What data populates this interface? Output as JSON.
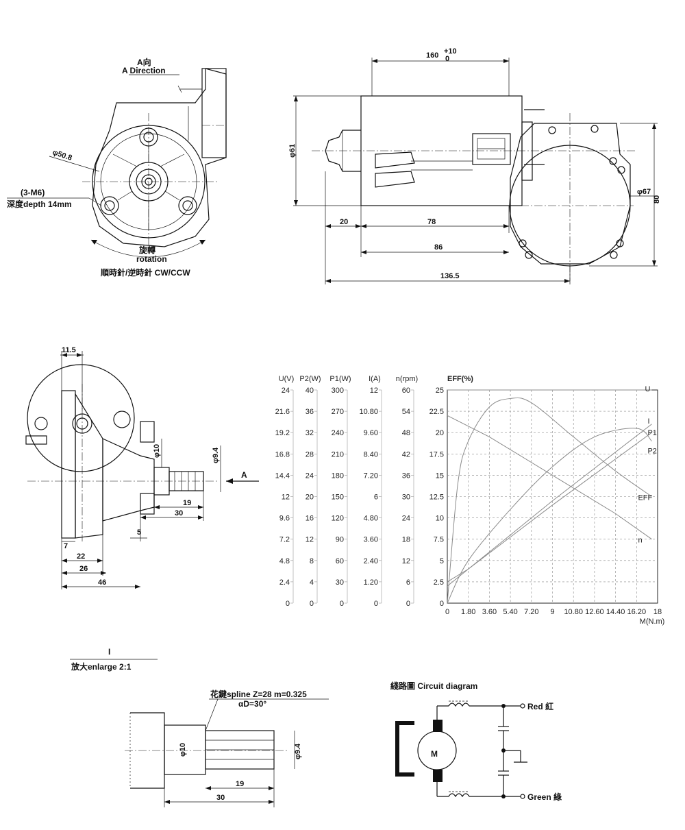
{
  "drawing": {
    "a_direction_cn": "A向",
    "a_direction_en": "A Direction",
    "dia_50_8": "φ50.8",
    "m6_label": "(3-M6)",
    "depth_label": "深度depth 14mm",
    "rotation_cn": "旋轉",
    "rotation_en": "rotation",
    "rotation_dir": "順時針/逆時針 CW/CCW",
    "dim_160": "160",
    "dim_160_tol_upper": "+10",
    "dim_160_tol_lower": "0",
    "dim_phi61": "φ61",
    "dim_20": "20",
    "dim_78": "78",
    "dim_86": "86",
    "dim_136_5": "136.5",
    "dim_phi67": "φ67",
    "dim_80": "80",
    "dim_11_5": "11.5",
    "dim_phi10": "φ10",
    "dim_phi9_4": "φ9.4",
    "dim_A": "A",
    "dim_19": "19",
    "dim_30": "30",
    "dim_5": "5",
    "dim_7": "7",
    "dim_22": "22",
    "dim_26": "26",
    "dim_46": "46",
    "detail_I": "I",
    "enlarge": "放大enlarge 2:1",
    "spline": "花鍵spline Z=28 m=0.325",
    "alpha": "αD=30°",
    "circuit_title": "綫路圖 Circuit diagram",
    "red": "Red 紅",
    "green": "Green 綠",
    "motor": "M"
  },
  "chart_data": {
    "type": "line",
    "xlabel": "M(N.m)",
    "x_ticks": [
      "0",
      "1.80",
      "3.60",
      "5.40",
      "7.20",
      "9",
      "10.80",
      "12.60",
      "14.40",
      "16.20",
      "18"
    ],
    "eff_label": "EFF(%)",
    "eff_ticks": [
      "0",
      "2.5",
      "5",
      "7.5",
      "10",
      "12.5",
      "15",
      "17.5",
      "20",
      "22.5",
      "25"
    ],
    "axes": [
      {
        "label": "U(V)",
        "color": "#d6226e",
        "ticks": [
          "0",
          "2.4",
          "4.8",
          "7.2",
          "9.6",
          "12",
          "14.4",
          "16.8",
          "19.2",
          "21.6",
          "24"
        ]
      },
      {
        "label": "P2(W)",
        "color": "#1c6f73",
        "ticks": [
          "0",
          "4",
          "8",
          "12",
          "16",
          "20",
          "24",
          "28",
          "32",
          "36",
          "40"
        ]
      },
      {
        "label": "P1(W)",
        "color": "#1c6f73",
        "ticks": [
          "0",
          "30",
          "60",
          "90",
          "120",
          "150",
          "180",
          "210",
          "240",
          "270",
          "300"
        ]
      },
      {
        "label": "I(A)",
        "color": "#6a7a1a",
        "ticks": [
          "0",
          "1.20",
          "2.40",
          "3.60",
          "4.80",
          "6",
          "7.20",
          "8.40",
          "9.60",
          "10.80",
          "12"
        ]
      },
      {
        "label": "n(rpm)",
        "color": "#8a2a1a",
        "ticks": [
          "0",
          "6",
          "12",
          "18",
          "24",
          "30",
          "36",
          "42",
          "48",
          "54",
          "60"
        ]
      }
    ],
    "series": [
      {
        "name": "U",
        "color": "#d6226e",
        "x": [
          0,
          17.5
        ],
        "y": [
          25,
          25
        ]
      },
      {
        "name": "I",
        "color": "#6a7a1a",
        "x": [
          0,
          1.8,
          9,
          17.5
        ],
        "y": [
          2,
          4,
          12,
          21
        ]
      },
      {
        "name": "P1",
        "color": "#1c6f73",
        "x": [
          0,
          1.8,
          9,
          17.5
        ],
        "y": [
          2.5,
          4,
          11.5,
          20
        ]
      },
      {
        "name": "P2",
        "color": "#1c6f73",
        "x": [
          0,
          1.8,
          5.4,
          9,
          12.6,
          16.2,
          17.5
        ],
        "y": [
          0,
          5,
          11,
          16,
          19.5,
          20.5,
          19
        ]
      },
      {
        "name": "EFF",
        "color": "#777777",
        "x": [
          0,
          0.9,
          1.8,
          3.6,
          5.4,
          7.2,
          10.8,
          14.4,
          17.5
        ],
        "y": [
          0,
          14,
          19,
          23,
          24,
          23.5,
          19.5,
          15.5,
          12.5
        ]
      },
      {
        "name": "n",
        "color": "#8a2a1a",
        "x": [
          0,
          3.6,
          9,
          14.4,
          17.5
        ],
        "y": [
          22,
          19.5,
          15,
          10.5,
          7.5
        ]
      }
    ],
    "series_labels": {
      "U": "U",
      "I": "I",
      "P1": "P1",
      "P2": "P2",
      "EFF": "EFF",
      "n": "n"
    },
    "xlim": [
      0,
      18
    ],
    "ylim": [
      0,
      25
    ],
    "grid": true
  }
}
